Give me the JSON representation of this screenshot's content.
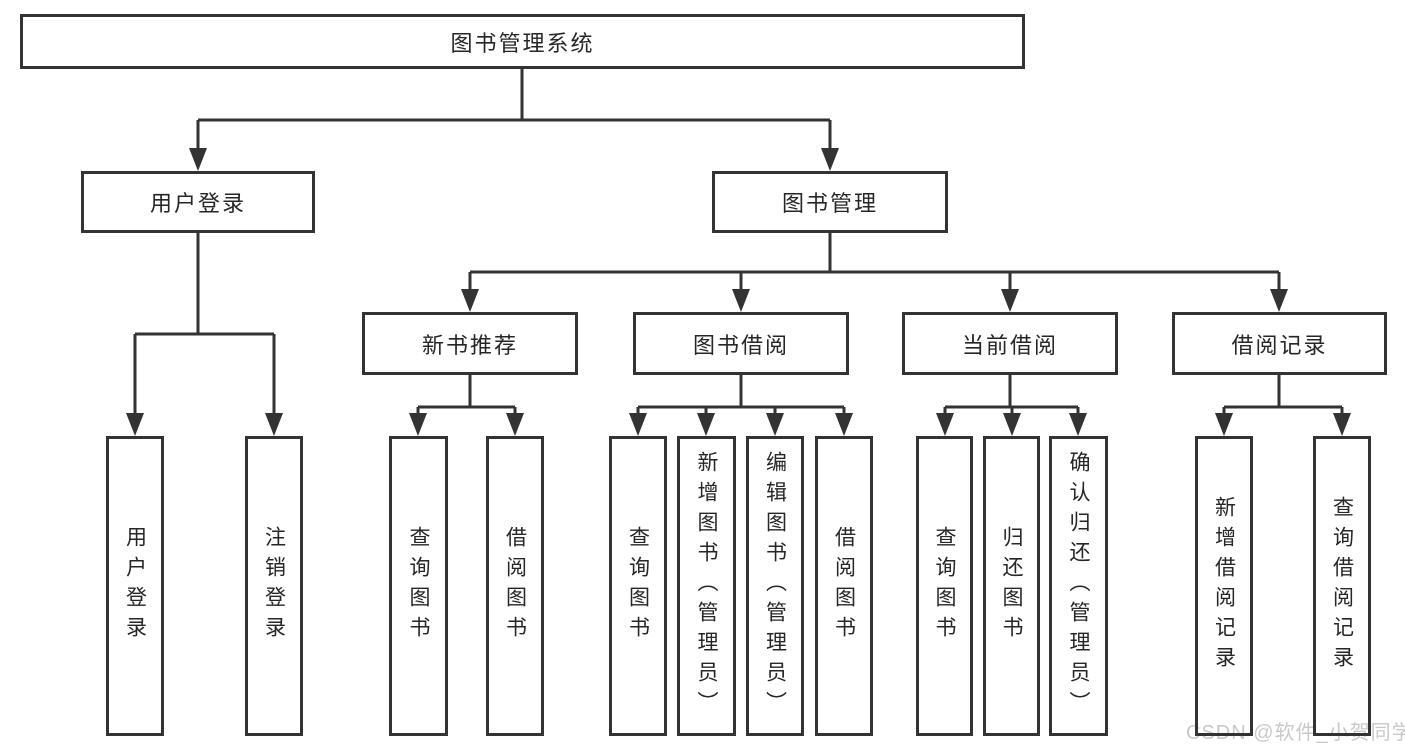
{
  "theme": {
    "background": "#ffffff",
    "line_color": "#333333",
    "box_border_color": "#333333",
    "text_color": "#262626",
    "watermark_color": "#c9c9c9"
  },
  "diagram": {
    "root": {
      "label": "图书管理系统"
    },
    "level2": [
      {
        "label": "用户登录"
      },
      {
        "label": "图书管理"
      }
    ],
    "level3": [
      {
        "label": "新书推荐"
      },
      {
        "label": "图书借阅"
      },
      {
        "label": "当前借阅"
      },
      {
        "label": "借阅记录"
      }
    ],
    "leaves": {
      "user_login": [
        "用户登录",
        "注销登录"
      ],
      "new_books": [
        "查询图书",
        "借阅图书"
      ],
      "book_borrow": [
        "查询图书",
        "新增图书（管理员）",
        "编辑图书（管理员）",
        "借阅图书"
      ],
      "current_borrow": [
        "查询图书",
        "归还图书",
        "确认归还（管理员）"
      ],
      "borrow_records": [
        "新增借阅记录",
        "查询借阅记录"
      ]
    }
  },
  "watermark": {
    "text": "CSDN @软件_小贺同学"
  }
}
